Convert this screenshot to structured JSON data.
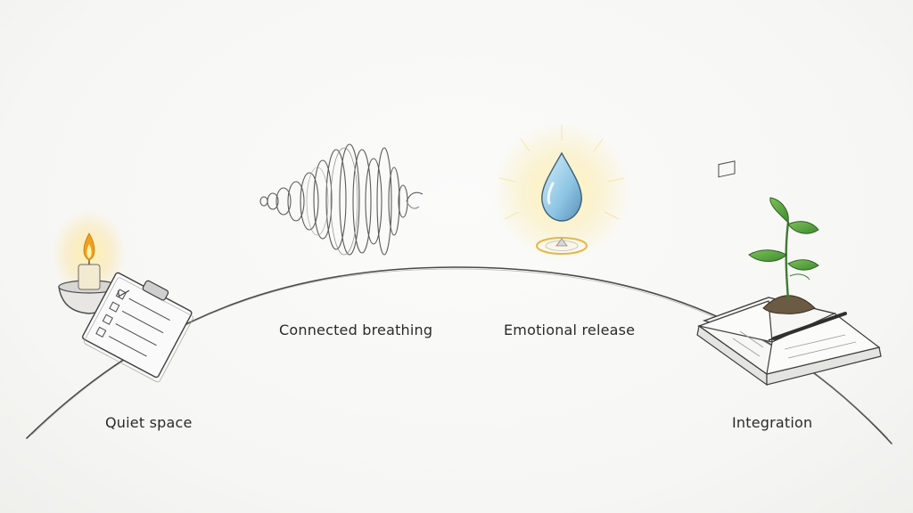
{
  "stages": [
    {
      "id": "quiet",
      "label": "Quiet space",
      "icon": "candle-and-clipboard-icon"
    },
    {
      "id": "breath",
      "label": "Connected breathing",
      "icon": "breath-wave-icon"
    },
    {
      "id": "release",
      "label": "Emotional release",
      "icon": "water-drop-icon"
    },
    {
      "id": "integ",
      "label": "Integration",
      "icon": "sprout-and-journal-icon"
    }
  ],
  "colors": {
    "pencil": "#5a5a5a",
    "flame": "#f0a020",
    "glow": "#fbe9a0",
    "drop": "#8cc4e4",
    "leaf": "#4e9a3a"
  }
}
